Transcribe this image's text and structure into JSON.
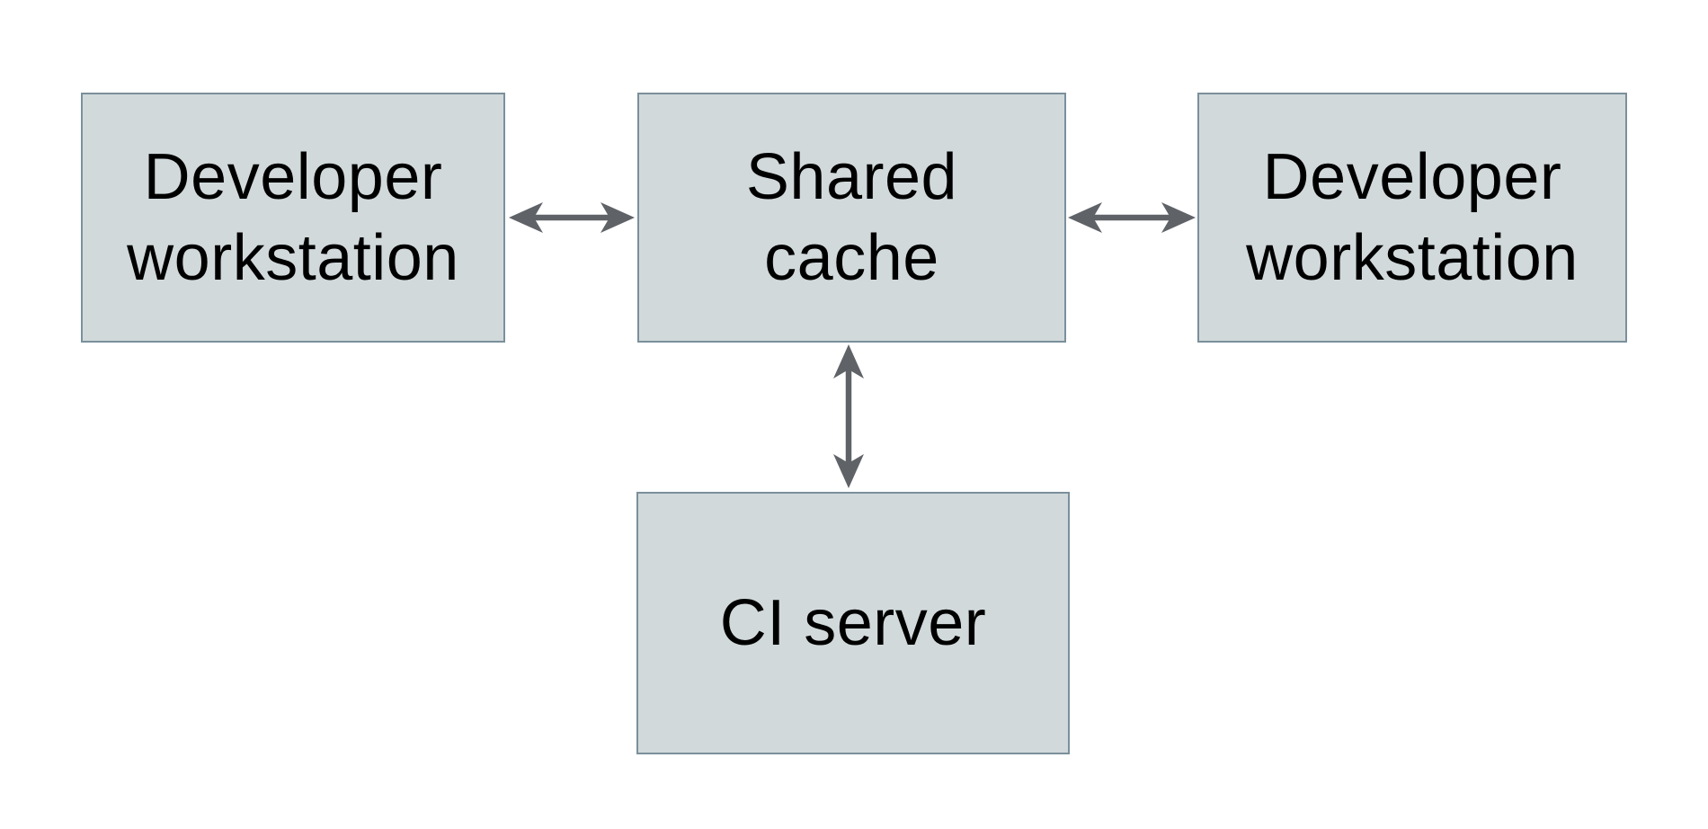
{
  "diagram": {
    "type": "architecture-diagram",
    "nodes": [
      {
        "id": "dev-workstation-left",
        "label": "Developer\nworkstation"
      },
      {
        "id": "shared-cache",
        "label": "Shared\ncache"
      },
      {
        "id": "dev-workstation-right",
        "label": "Developer\nworkstation"
      },
      {
        "id": "ci-server",
        "label": "CI server"
      }
    ],
    "edges": [
      {
        "from": "dev-workstation-left",
        "to": "shared-cache",
        "direction": "bidirectional",
        "orientation": "horizontal"
      },
      {
        "from": "shared-cache",
        "to": "dev-workstation-right",
        "direction": "bidirectional",
        "orientation": "horizontal"
      },
      {
        "from": "shared-cache",
        "to": "ci-server",
        "direction": "bidirectional",
        "orientation": "vertical"
      }
    ],
    "colors": {
      "background": "#ffffff",
      "node_fill": "#d1d9db",
      "node_border": "#7b909b",
      "arrow": "#5f6368",
      "text": "#000000"
    }
  }
}
